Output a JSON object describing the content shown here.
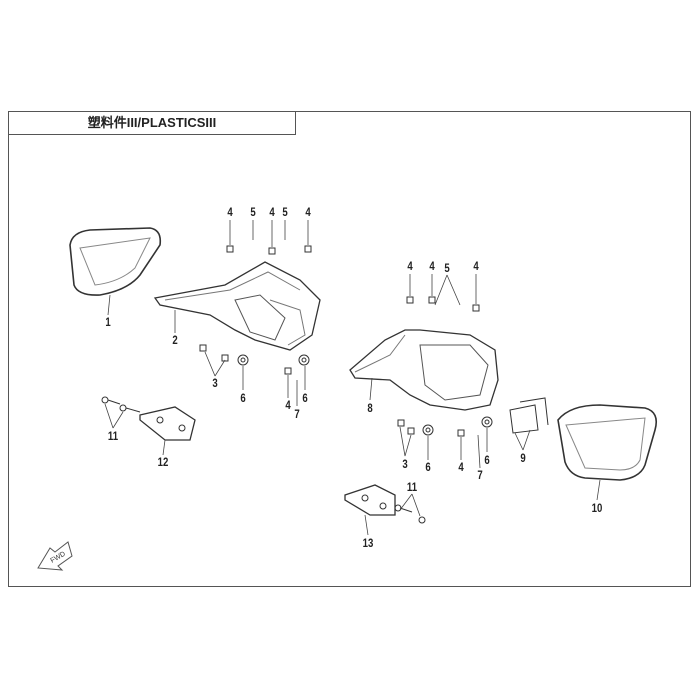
{
  "title": "塑料件III/PLASTICSIII",
  "fwd_label": "FWD",
  "callouts": {
    "c1": "1",
    "c2": "2",
    "c3a": "3",
    "c3b": "3",
    "c4a": "4",
    "c4b": "4",
    "c4c": "4",
    "c4d": "4",
    "c4e": "4",
    "c4f": "4",
    "c4g": "4",
    "c4h": "4",
    "c5a": "5",
    "c5b": "5",
    "c5c": "5",
    "c6a": "6",
    "c6b": "6",
    "c6c": "6",
    "c6d": "6",
    "c7a": "7",
    "c7b": "7",
    "c8": "8",
    "c9": "9",
    "c10": "10",
    "c11a": "11",
    "c11b": "11",
    "c12": "12",
    "c13": "13"
  }
}
